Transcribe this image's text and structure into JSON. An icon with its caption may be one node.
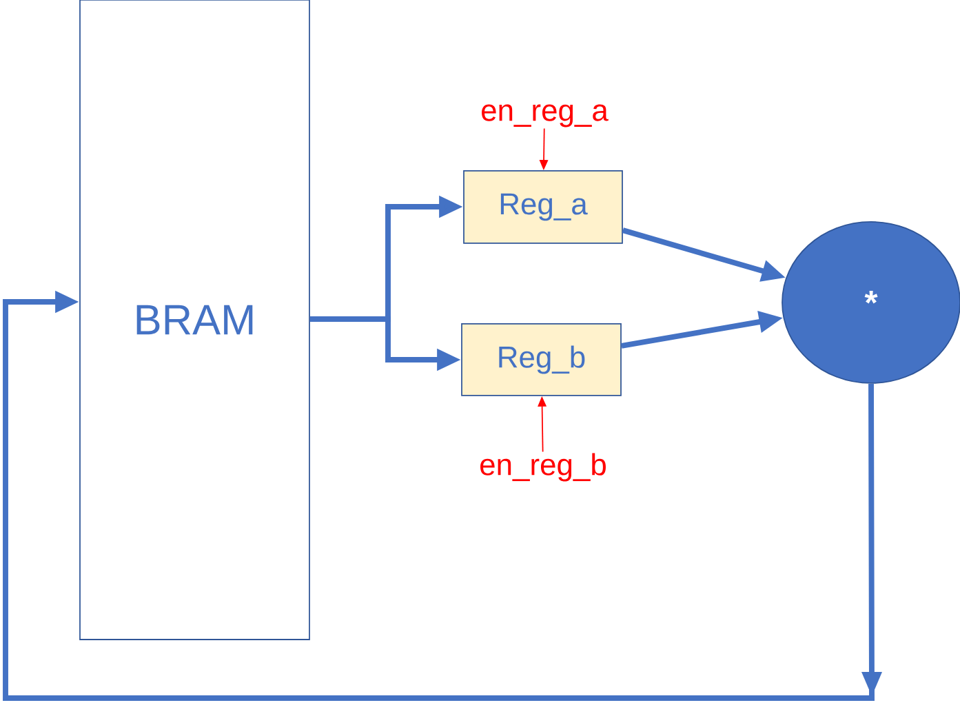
{
  "diagram": {
    "nodes": [
      {
        "text": [
          "BRAM"
        ]
      },
      {
        "text": [
          "en_reg_a"
        ]
      },
      {
        "text": [
          "Reg_a"
        ]
      },
      {
        "text": [
          "Reg_b"
        ]
      },
      {
        "text": [
          "en_reg_b"
        ]
      },
      {
        "text": [
          "*"
        ]
      }
    ],
    "edges": [
      {
        "from": 0,
        "to": 2,
        "arrow": "to"
      },
      {
        "from": 0,
        "to": 3,
        "arrow": "to"
      },
      {
        "from": 1,
        "to": 2,
        "arrow": "to",
        "color": "#ff0000"
      },
      {
        "from": 4,
        "to": 3,
        "arrow": "to",
        "color": "#ff0000"
      },
      {
        "from": 2,
        "to": 5,
        "arrow": "to"
      },
      {
        "from": 3,
        "to": 5,
        "arrow": "to"
      },
      {
        "from": 5,
        "to": 0,
        "arrow": "to"
      }
    ]
  }
}
